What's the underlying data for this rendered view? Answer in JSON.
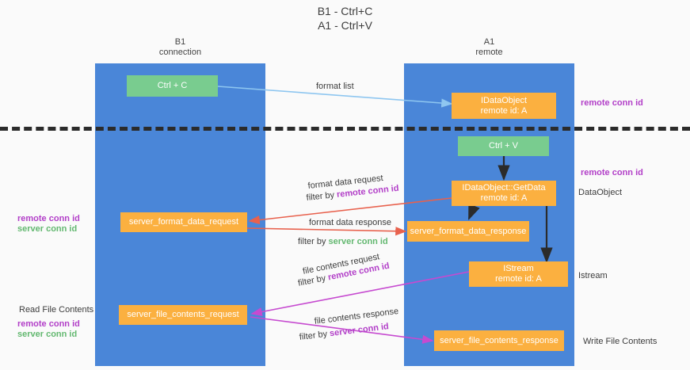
{
  "title": {
    "line1": "B1 - Ctrl+C",
    "line2": "A1 - Ctrl+V"
  },
  "columns": [
    {
      "name": "B1",
      "sub": "connection"
    },
    {
      "name": "A1",
      "sub": "remote"
    }
  ],
  "colors": {
    "column": "#4a86d8",
    "green_node": "#79cc8f",
    "orange_node": "#fbb040",
    "remote_conn_id": "#b23fc8",
    "server_conn_id": "#63b870",
    "arrow_format_list": "#8ec6f0",
    "arrow_ctrlv": "#2b2b2b",
    "arrow_format_data": "#e8614d",
    "arrow_file_contents": "#c64ad0",
    "divider": "#2b2b2b"
  },
  "nodes": {
    "ctrl_c": {
      "l1": "Ctrl + C",
      "l2": ""
    },
    "idataobject": {
      "l1": "IDataObject",
      "l2": "remote id: A"
    },
    "ctrl_v": {
      "l1": "Ctrl + V",
      "l2": ""
    },
    "getdata": {
      "l1": "IDataObject::GetData",
      "l2": "remote id: A"
    },
    "server_format_data_request": {
      "l1": "server_format_data_request",
      "l2": ""
    },
    "server_format_data_response": {
      "l1": "server_format_data_response",
      "l2": ""
    },
    "istream": {
      "l1": "IStream",
      "l2": "remote id: A"
    },
    "server_file_contents_request": {
      "l1": "server_file_contents_request",
      "l2": ""
    },
    "server_file_contents_response": {
      "l1": "server_file_contents_response",
      "l2": ""
    }
  },
  "edge_labels": {
    "format_list": "format list",
    "format_data_request": "format data request",
    "format_data_request_filter_prefix": "filter by ",
    "format_data_request_filter_key": "remote conn id",
    "format_data_response": "format data response",
    "format_data_response_filter_prefix": "filter by ",
    "format_data_response_filter_key": "server conn id",
    "file_contents_request": "file contents request",
    "file_contents_request_filter_prefix": "filter by ",
    "file_contents_request_filter_key": "remote conn id",
    "file_contents_response": "file contents response",
    "file_contents_response_filter_prefix": "filter by ",
    "file_contents_response_filter_key": "server conn id"
  },
  "annotations": {
    "right_remote_conn_id_top": "remote conn id",
    "right_remote_conn_id_mid": "remote conn id",
    "right_dataobject": "DataObject",
    "right_istream": "Istream",
    "right_write_file_contents": "Write File Contents",
    "left_remote_conn_id_mid": "remote conn id",
    "left_server_conn_id_mid": "server conn id",
    "left_read_file_contents": "Read File Contents",
    "left_remote_conn_id_bot": "remote conn id",
    "left_server_conn_id_bot": "server conn id"
  }
}
